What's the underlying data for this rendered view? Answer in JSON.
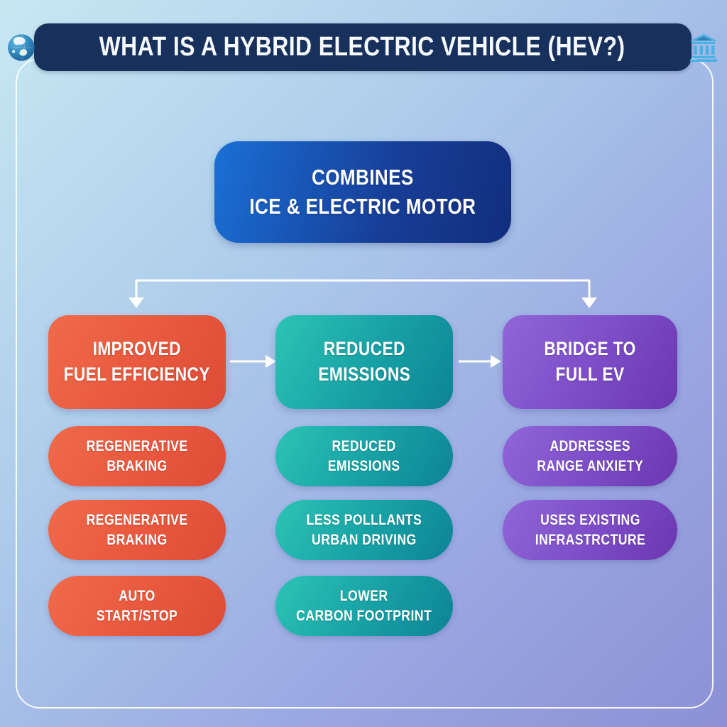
{
  "header": {
    "title": "WHAT IS A HYBRID ELECTRIC VEHICLE (HEV?)",
    "bg_color": "#17305c",
    "globe_icon": "globe-asia-icon",
    "bank_icon": "classical-building-icon"
  },
  "main_box": {
    "text": "COMBINES\nICE & ELECTRIC MOTOR",
    "gradient_from": "#1a70d6",
    "gradient_to": "#122e7d"
  },
  "columns": [
    {
      "header": "IMPROVED\nFUEL EFFICIENCY",
      "color_from": "#f06a4a",
      "color_to": "#dd4c36",
      "pills": [
        "REGENERATIVE\nBRAKING",
        "REGENERATIVE\nBRAKING",
        "AUTO\nSTART/STOP"
      ]
    },
    {
      "header": "REDUCED\nEMISSIONS",
      "color_from": "#2dc4b6",
      "color_to": "#0d8396",
      "pills": [
        "REDUCED\nEMISSIONS",
        "LESS POLLLANTS\nURBAN DRIVING",
        "LOWER\nCARBON FOOTPRINT"
      ]
    },
    {
      "header": "BRIDGE TO\nFULL EV",
      "color_from": "#9066d8",
      "color_to": "#6a37af",
      "pills": [
        "ADDRESSES\nRANGE ANXIETY",
        "USES EXISTING\nINFRASTRCTURE"
      ]
    }
  ],
  "background": {
    "from": "#c7e8f2",
    "to": "#8d90d6"
  },
  "arrow_color": "#ffffff"
}
